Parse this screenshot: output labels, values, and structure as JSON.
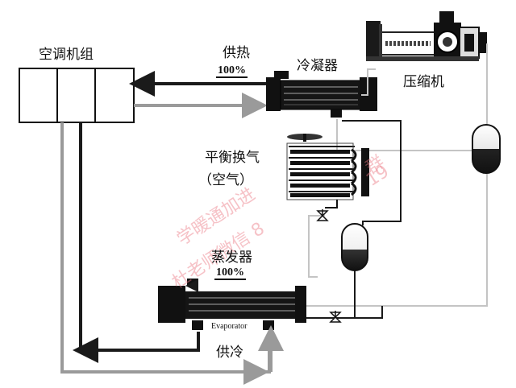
{
  "labels": {
    "ac_unit": "空调机组",
    "heating": "供热",
    "heating_pct": "100%",
    "condenser": "冷凝器",
    "compressor": "压缩机",
    "balance_line1": "平衡换气",
    "balance_line2": "（空气）",
    "evaporator": "蒸发器",
    "evaporator_pct": "100%",
    "evaporator_en": "Evaporator",
    "cooling": "供冷"
  },
  "watermark": {
    "line1": "学暖通加进",
    "line2": "杜老师微信 8",
    "line3": "群",
    "line4": "19"
  },
  "colors": {
    "dark_pipe": "#1a1a1a",
    "gray_pipe": "#9a9a9a",
    "light_pipe": "#c4c4c4",
    "equipment": "#111111",
    "watermark": "#eb7882"
  }
}
